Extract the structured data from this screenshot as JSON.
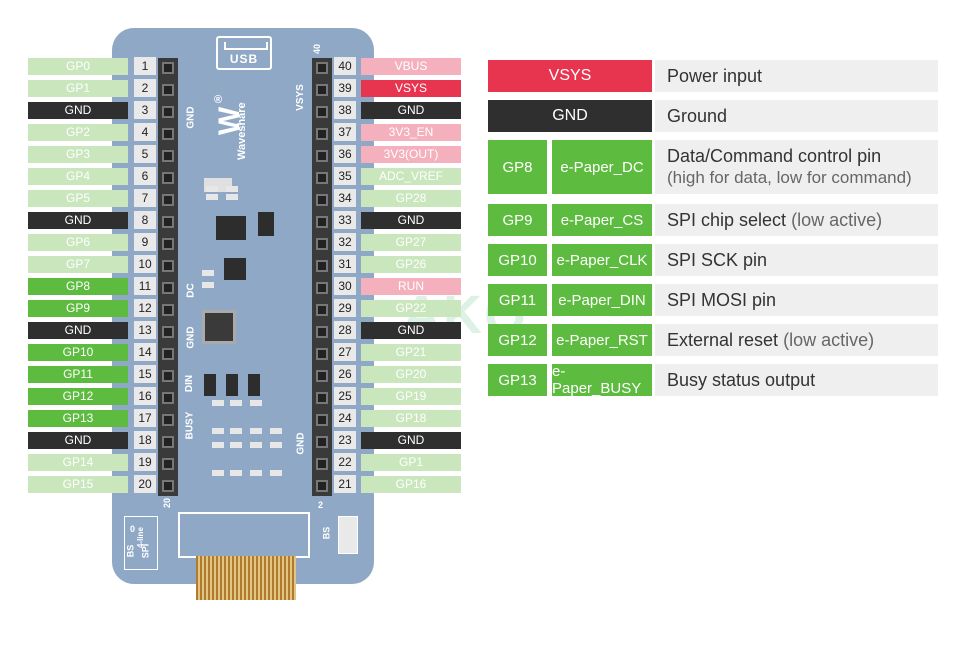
{
  "left_pins": [
    {
      "num": "1",
      "label": "GP0",
      "kind": "gp"
    },
    {
      "num": "2",
      "label": "GP1",
      "kind": "gp"
    },
    {
      "num": "3",
      "label": "GND",
      "kind": "gnd"
    },
    {
      "num": "4",
      "label": "GP2",
      "kind": "gp"
    },
    {
      "num": "5",
      "label": "GP3",
      "kind": "gp"
    },
    {
      "num": "6",
      "label": "GP4",
      "kind": "gp"
    },
    {
      "num": "7",
      "label": "GP5",
      "kind": "gp"
    },
    {
      "num": "8",
      "label": "GND",
      "kind": "gnd"
    },
    {
      "num": "9",
      "label": "GP6",
      "kind": "gp"
    },
    {
      "num": "10",
      "label": "GP7",
      "kind": "gp"
    },
    {
      "num": "11",
      "label": "GP8",
      "kind": "used"
    },
    {
      "num": "12",
      "label": "GP9",
      "kind": "used"
    },
    {
      "num": "13",
      "label": "GND",
      "kind": "gnd"
    },
    {
      "num": "14",
      "label": "GP10",
      "kind": "used"
    },
    {
      "num": "15",
      "label": "GP11",
      "kind": "used"
    },
    {
      "num": "16",
      "label": "GP12",
      "kind": "used"
    },
    {
      "num": "17",
      "label": "GP13",
      "kind": "used"
    },
    {
      "num": "18",
      "label": "GND",
      "kind": "gnd"
    },
    {
      "num": "19",
      "label": "GP14",
      "kind": "gp"
    },
    {
      "num": "20",
      "label": "GP15",
      "kind": "gp"
    }
  ],
  "right_pins": [
    {
      "num": "40",
      "label": "VBUS",
      "kind": "pow"
    },
    {
      "num": "39",
      "label": "VSYS",
      "kind": "vsys"
    },
    {
      "num": "38",
      "label": "GND",
      "kind": "gnd"
    },
    {
      "num": "37",
      "label": "3V3_EN",
      "kind": "pow"
    },
    {
      "num": "36",
      "label": "3V3(OUT)",
      "kind": "pow"
    },
    {
      "num": "35",
      "label": "ADC_VREF",
      "kind": "gp"
    },
    {
      "num": "34",
      "label": "GP28",
      "kind": "gp"
    },
    {
      "num": "33",
      "label": "GND",
      "kind": "gnd"
    },
    {
      "num": "32",
      "label": "GP27",
      "kind": "gp"
    },
    {
      "num": "31",
      "label": "GP26",
      "kind": "gp"
    },
    {
      "num": "30",
      "label": "RUN",
      "kind": "pow"
    },
    {
      "num": "29",
      "label": "GP22",
      "kind": "gp"
    },
    {
      "num": "28",
      "label": "GND",
      "kind": "gnd"
    },
    {
      "num": "27",
      "label": "GP21",
      "kind": "gp"
    },
    {
      "num": "26",
      "label": "GP20",
      "kind": "gp"
    },
    {
      "num": "25",
      "label": "GP19",
      "kind": "gp"
    },
    {
      "num": "24",
      "label": "GP18",
      "kind": "gp"
    },
    {
      "num": "23",
      "label": "GND",
      "kind": "gnd"
    },
    {
      "num": "22",
      "label": "GP1",
      "kind": "gp"
    },
    {
      "num": "21",
      "label": "GP16",
      "kind": "gp"
    }
  ],
  "board": {
    "usb_label": "USB",
    "brand": "Waveshare",
    "logo_text": "W",
    "reg_mark": "®",
    "silk_left": [
      "GND",
      "DC",
      "GND",
      "DIN",
      "BUSY"
    ],
    "silk_right": [
      "VSYS",
      "GND"
    ],
    "corner_top": "40",
    "corner_bottom_left": "20",
    "corner_bottom_right": "2",
    "bs_left": {
      "bs": "BS",
      "zero": "0",
      "spi": "SPI",
      "mode": "4-line"
    },
    "bs_right": "BS"
  },
  "watermark": "AKO",
  "table": {
    "rows": [
      {
        "name": "VSYS",
        "signal": "",
        "desc": "Power input",
        "desc_note": "",
        "kind": "vsys"
      },
      {
        "name": "GND",
        "signal": "",
        "desc": "Ground",
        "desc_note": "",
        "kind": "gnd"
      },
      {
        "name": "GP8",
        "signal": "e-Paper_DC",
        "desc": "Data/Command control pin",
        "desc_note": "(high for data, low for command)",
        "kind": "used"
      },
      {
        "name": "GP9",
        "signal": "e-Paper_CS",
        "desc": "SPI chip select",
        "desc_note": "(low active)",
        "kind": "used"
      },
      {
        "name": "GP10",
        "signal": "e-Paper_CLK",
        "desc": "SPI  SCK pin",
        "desc_note": "",
        "kind": "used"
      },
      {
        "name": "GP11",
        "signal": "e-Paper_DIN",
        "desc": "SPI MOSI pin",
        "desc_note": "",
        "kind": "used"
      },
      {
        "name": "GP12",
        "signal": "e-Paper_RST",
        "desc": "External reset",
        "desc_note": "(low active)",
        "kind": "used"
      },
      {
        "name": "GP13",
        "signal": "e-Paper_BUSY",
        "desc": "Busy status output",
        "desc_note": "",
        "kind": "used"
      }
    ]
  },
  "colors": {
    "gp": "#c9e6bd",
    "used": "#5dbb3f",
    "gnd": "#2f2f2f",
    "pow": "#f4b1bd",
    "vsys": "#e8354f",
    "board": "#8fa8c6"
  }
}
